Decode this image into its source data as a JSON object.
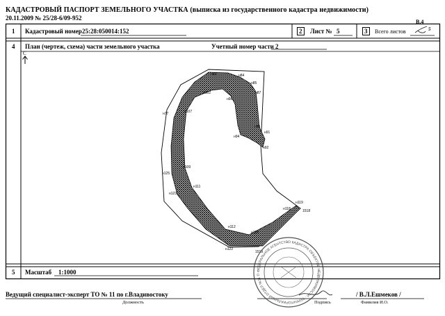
{
  "header": {
    "title": "КАДАСТРОВЫЙ ПАСПОРТ ЗЕМЕЛЬНОГО УЧАСТКА (выписка из государственного кадастра недвижимости)",
    "date_number": "20.11.2009  № 25/28-6/09-952",
    "sheet_code": "В.4"
  },
  "row1": {
    "num": "1",
    "cadastral_label": "Кадастровый номер",
    "cadastral_value": "25:28:050014:152",
    "box2": "2",
    "sheet_label": "Лист №",
    "sheet_value": "5",
    "box3": "3",
    "total_label": "Всего листов",
    "total_value": "5"
  },
  "row4": {
    "num": "4",
    "plan_label": "План (чертеж, схема) части земельного участка",
    "part_label": "Учетный номер части",
    "part_value": "2",
    "north": "С"
  },
  "points": [
    "н82",
    "н84",
    "н85",
    "н87",
    "н102",
    "н98",
    "н107",
    "н77",
    "н90",
    "н91",
    "н94",
    "н92",
    "н109",
    "н125",
    "н111",
    "н123",
    "н119",
    "н118",
    "1518",
    "н112",
    "н114",
    "н122",
    "1519"
  ],
  "row5": {
    "num": "5",
    "scale_label": "Масштаб",
    "scale_value": "1:1000"
  },
  "footer": {
    "position": "Ведущий специалист-эксперт ТО № 11 по г.Владивостоку",
    "position_caption": "Должность",
    "signature_caption": "Подпись",
    "name": "/ В.Л.Ешмеков /",
    "name_caption": "Фамилия И.О."
  },
  "stamp": {
    "text": "ФЕДЕРАЛЬНОЕ АГЕНТСТВО КАДАСТРА ОБЪЕКТОВ НЕДВИЖИМОСТИ · ТЕРРИТОРИАЛЬНЫЙ ОТДЕЛ №11 ПО Г.ВЛАДИВОСТОКУ · ПО ПРИМОРСКОМУ КРАЮ ·"
  }
}
